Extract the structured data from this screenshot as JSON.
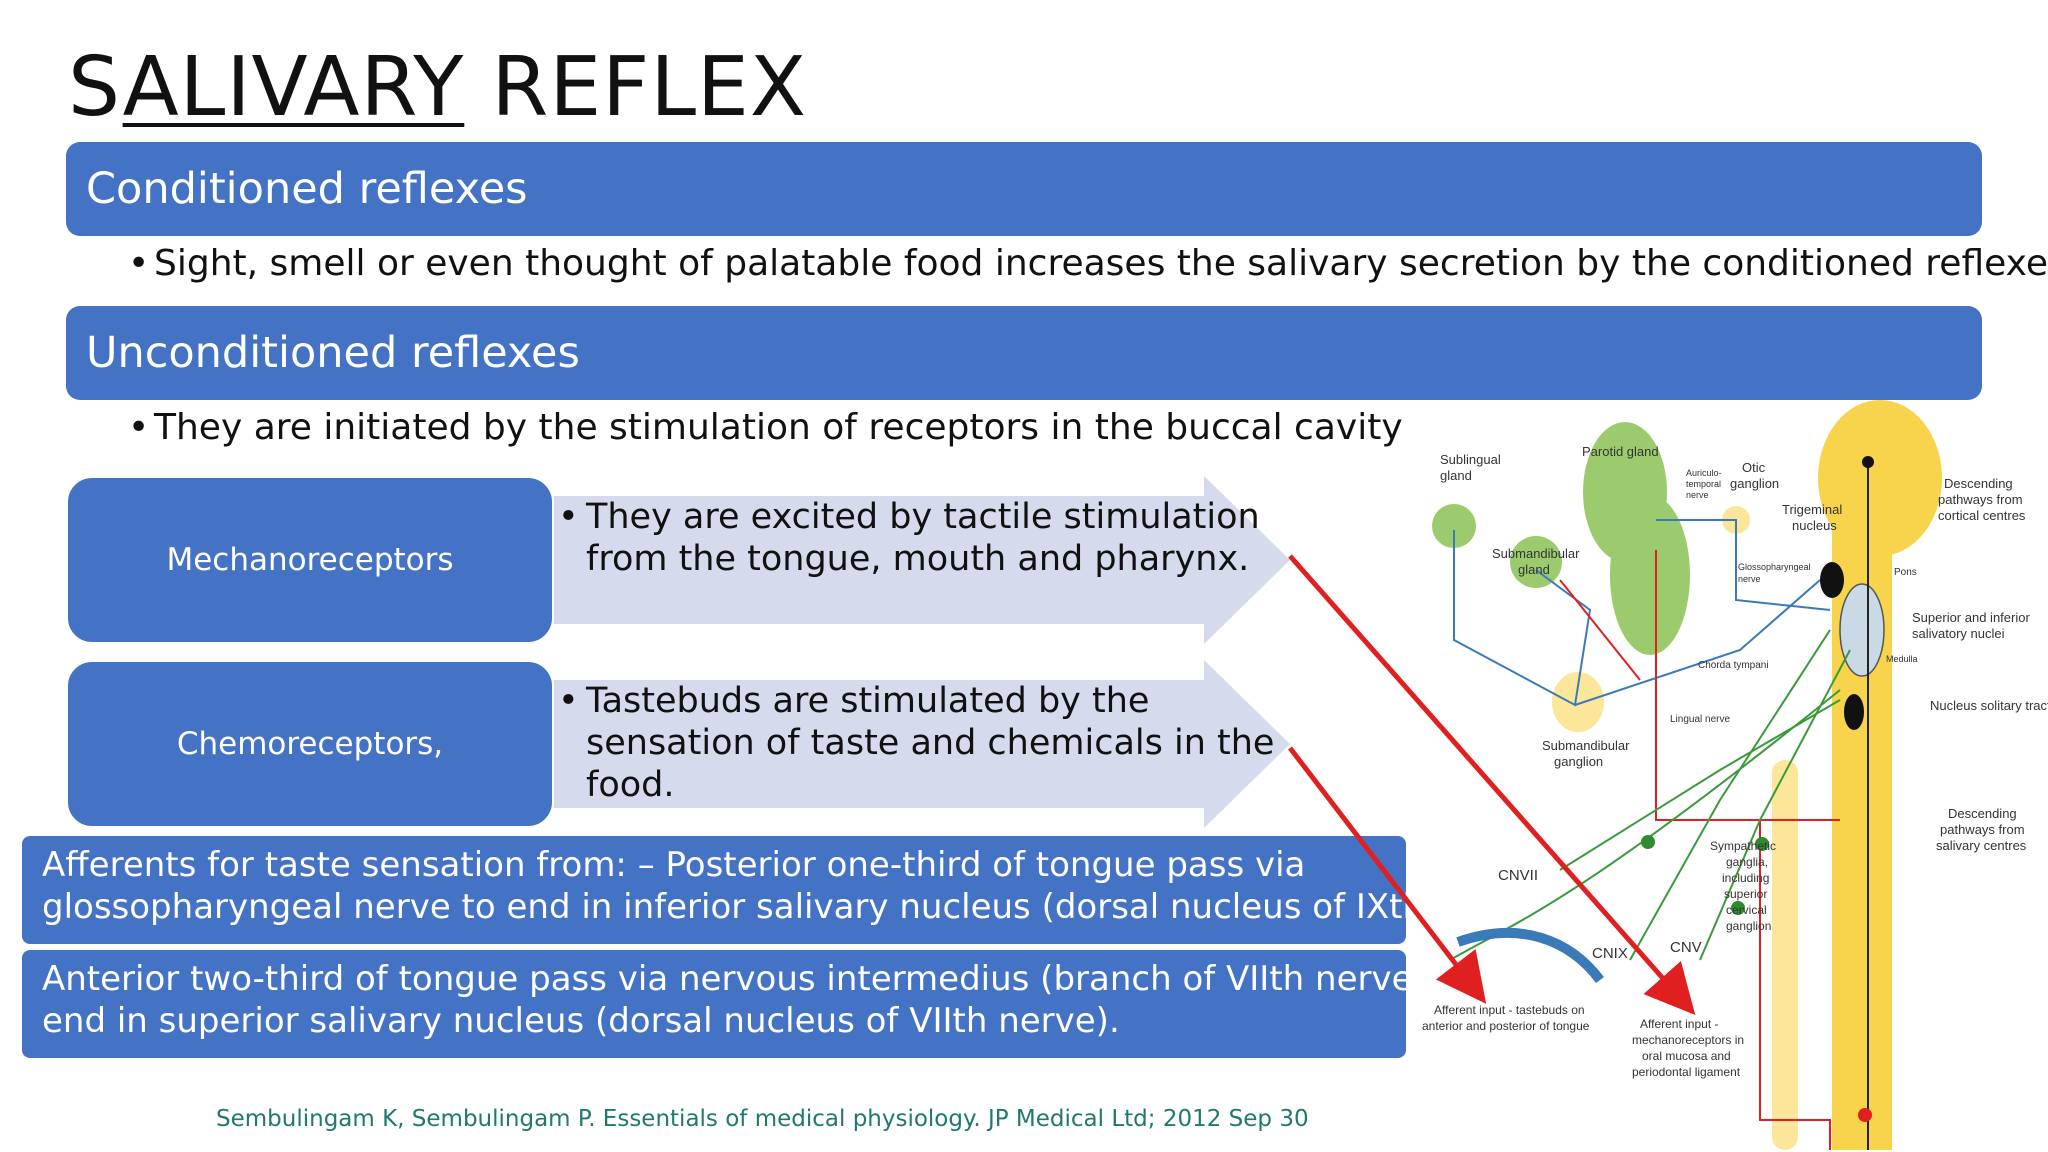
{
  "slide": {
    "title_pre": "S",
    "title_underlined": "ALIVARY",
    "title_post": " REFLEX",
    "conditioned": {
      "heading": "Conditioned reflexes",
      "bullet": "Sight, smell or even thought of palatable food increases the salivary secretion by the conditioned reflexes."
    },
    "unconditioned": {
      "heading": "Unconditioned reflexes",
      "bullet": "They are initiated by the stimulation of receptors in the buccal cavity"
    },
    "receptors": [
      {
        "name": "Mechanoreceptors",
        "lines": [
          "They are excited by tactile stimulation",
          "from the tongue, mouth and pharynx."
        ]
      },
      {
        "name": "Chemoreceptors,",
        "lines": [
          "Tastebuds are stimulated by the",
          "sensation of taste and chemicals in the",
          "food."
        ]
      }
    ],
    "afferents": {
      "line1": "Afferents for taste sensation from: – Posterior one-third of tongue pass via",
      "line2": "glossopharyngeal nerve to end in inferior salivary nucleus (dorsal nucleus of IXth nerve),",
      "line3": "Anterior two-third of tongue pass via nervous intermedius (branch of VIIth nerve) to",
      "line4": "end in superior salivary nucleus (dorsal nucleus of VIIth nerve)."
    },
    "reference": "Sembulingam K, Sembulingam P. Essentials of medical physiology. JP Medical Ltd; 2012 Sep 30",
    "bullet_symbol": "•"
  },
  "diagram": {
    "labels": {
      "sublingual": [
        "Sublingual",
        "gland"
      ],
      "parotid": "Parotid gland",
      "auriculo": [
        "Auriculo-",
        "temporal",
        "nerve"
      ],
      "otic": [
        "Otic",
        "ganglion"
      ],
      "trigeminal": [
        "Trigeminal",
        "nucleus"
      ],
      "descending_cortical": [
        "Descending",
        "pathways from",
        "cortical centres"
      ],
      "submandibular_gland": [
        "Submandibular",
        "gland"
      ],
      "glossopharyngeal": [
        "Glossopharyngeal",
        "nerve"
      ],
      "pons": "Pons",
      "superior_inferior": [
        "Superior and inferior",
        "salivatory nuclei"
      ],
      "medulla": "Medulla",
      "chorda": "Chorda tympani",
      "nucleus_solitary": "Nucleus solitary tract",
      "lingual": "Lingual nerve",
      "submandibular_ganglion": [
        "Submandibular",
        "ganglion"
      ],
      "descending_salivary": [
        "Descending",
        "pathways from",
        "salivary centres"
      ],
      "sympathetic": [
        "Sympathetic",
        "ganglia,",
        "including",
        "superior",
        "cervical",
        "ganglion"
      ],
      "cnvii": "CNVII",
      "cnix": "CNIX",
      "cnv": "CNV",
      "afferent_taste": [
        "Afferent input - tastebuds on",
        "anterior and posterior of tongue"
      ],
      "afferent_mech": [
        "Afferent input -",
        "mechanoreceptors in",
        "oral mucosa and",
        "periodontal ligament"
      ]
    },
    "colors": {
      "band": "#4472c4",
      "arrow": "#d5dbec",
      "gland": "#9ccb6e",
      "spine": "#f7d44c",
      "red": "#e02020",
      "nerve_blue": "#3b7ab8",
      "nerve_green": "#3a9a3a"
    }
  }
}
